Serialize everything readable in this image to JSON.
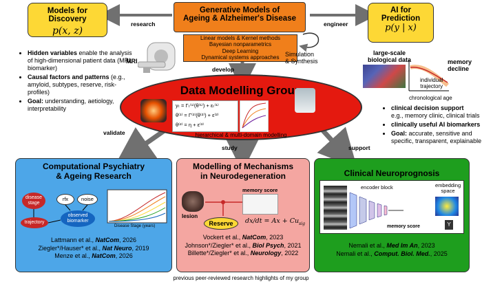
{
  "top_left": {
    "title": "Models for Discovery",
    "formula": "p(x, z)",
    "bullets": [
      {
        "bold": "Hidden variables",
        "rest": " enable the analysis of high-dimensional patient data (MRI, biomarker)"
      },
      {
        "bold": "Causal factors and patterns",
        "rest": " (e.g., amyloid, subtypes, reserve, risk-profiles)"
      },
      {
        "bold": "Goal:",
        "rest": " understanding, aetiology, interpretability"
      }
    ]
  },
  "top_center": {
    "title_line1": "Generative Models of",
    "title_line2": "Ageing & Alzheimer's Disease",
    "methods": [
      "Linear models & Kernel methods",
      "Bayesian nonparametrics",
      "Deep Learning",
      "Dynamical systems approaches"
    ],
    "sim_label_line1": "Simulation",
    "sim_label_line2": "& Synthesis"
  },
  "top_right": {
    "title_line1": "AI for",
    "title_line2": "Prediction",
    "formula": "p(y | x)",
    "bullets": [
      {
        "bold": "clinical decision support",
        "rest": " e.g., memory clinic, clinical trials"
      },
      {
        "bold": "clinically useful AI biomarkers",
        "rest": ""
      },
      {
        "bold": "Goal:",
        "rest": " accurate, sensitive and specific, transparent, explainable"
      }
    ],
    "large_scale_line1": "large-scale",
    "large_scale_line2": "biological data",
    "memory_line1": "memory",
    "memory_line2": "decline",
    "individual_line1": "individual",
    "individual_line2": "trajectory",
    "chrono_age": "chronological age"
  },
  "arrows": {
    "research": "research",
    "engineer": "engineer",
    "develop": "develop",
    "validate": "validate",
    "study": "study",
    "support": "support"
  },
  "mri_label": "MRI",
  "center": {
    "title": "Data Modelling Group",
    "subtitle": "hierarchical & multi-domain modelling",
    "eq1": "yₜ = Γₜ⁽¹⁾(θ⁽¹⁾) + εₜ⁽¹⁾",
    "eq2": "θ⁽¹⁾ = Γ⁽²⁾(θ⁽²⁾) + ε⁽²⁾",
    "eq3": "θ⁽²⁾ = η + ε⁽³⁾"
  },
  "bottom_left": {
    "title_line1": "Computational Psychiatry",
    "title_line2": "& Ageing Research",
    "disease_stage_line1": "disease",
    "disease_stage_line2": "stage",
    "trajectory": "trajectory",
    "rfx": "rfx",
    "noise": "noise",
    "observed_line1": "observed",
    "observed_line2": "biomarker",
    "disease_axis": "Disease Stage (years)",
    "refs": [
      {
        "authors": "Lattmann et al., ",
        "venue": "NatCom",
        "year": ", 2026"
      },
      {
        "authors": "Ziegler*/Hauser* et al., ",
        "venue": "Nat Neuro",
        "year": ", 2019"
      },
      {
        "authors": "Menze et al., ",
        "venue": "NatCom",
        "year": ", 2026"
      }
    ]
  },
  "bottom_center": {
    "title_line1": "Modelling of Mechanisms",
    "title_line2": "in Neurodegeneration",
    "memory_score": "memory score",
    "lesion": "lesion",
    "reserve": "Reserve",
    "ode": "dx/dt = Ax + Cu",
    "ode_sub": "sig",
    "refs": [
      {
        "authors": "Vockert et al., ",
        "venue": "NatCom",
        "year": ", 2023"
      },
      {
        "authors": "Johnson*/Ziegler* et al., ",
        "venue": "Biol Psych",
        "year": ", 2021"
      },
      {
        "authors": "Billette*/Ziegler* et al., ",
        "venue": "Neurology",
        "year": ", 2022"
      }
    ]
  },
  "bottom_right": {
    "title": "Clinical Neuroprognosis",
    "encoder_block": "encoder block",
    "embedding_line1": "embedding",
    "embedding_line2": "space",
    "memory_score": "memory score",
    "y_label": "Y",
    "refs": [
      {
        "authors": "Nemali et al., ",
        "venue": "Med Im An",
        "year": ", 2023"
      },
      {
        "authors": "Nemali et al., ",
        "venue": "Comput. Biol. Med.",
        "year": ", 2025"
      }
    ]
  },
  "footer": "previous peer-reviewed research highlights of my group",
  "colors": {
    "yellow": "#fdd835",
    "orange": "#f07f1b",
    "red": "#e4190f",
    "blue": "#4da6e8",
    "pink": "#f4a6a1",
    "green": "#1e9e1e",
    "arrow": "#707070"
  }
}
